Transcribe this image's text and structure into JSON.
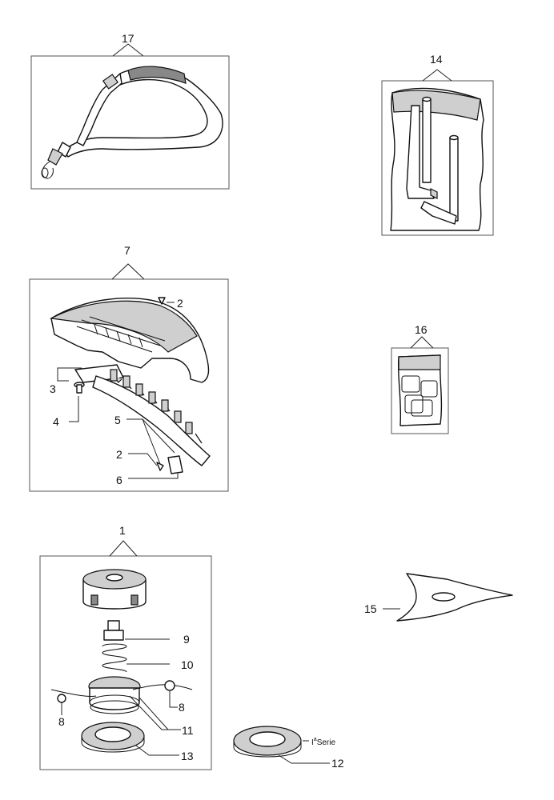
{
  "callouts": {
    "c1": "1",
    "c2a": "2",
    "c2b": "2",
    "c3": "3",
    "c4": "4",
    "c5": "5",
    "c6": "6",
    "c7": "7",
    "c8a": "8",
    "c8b": "8",
    "c9": "9",
    "c10": "10",
    "c11": "11",
    "c12": "12",
    "c13": "13",
    "c14": "14",
    "c15": "15",
    "c16": "16",
    "c17": "17"
  },
  "series_note": {
    "prefix": "I",
    "superscript": "a",
    "word": "Serie"
  },
  "icons": [
    "shoulder-strap-icon",
    "hex-key-set-icon",
    "grass-guard-icon",
    "decal-sheet-icon",
    "trimmer-head-icon",
    "three-tooth-blade-icon",
    "washer-icon"
  ]
}
